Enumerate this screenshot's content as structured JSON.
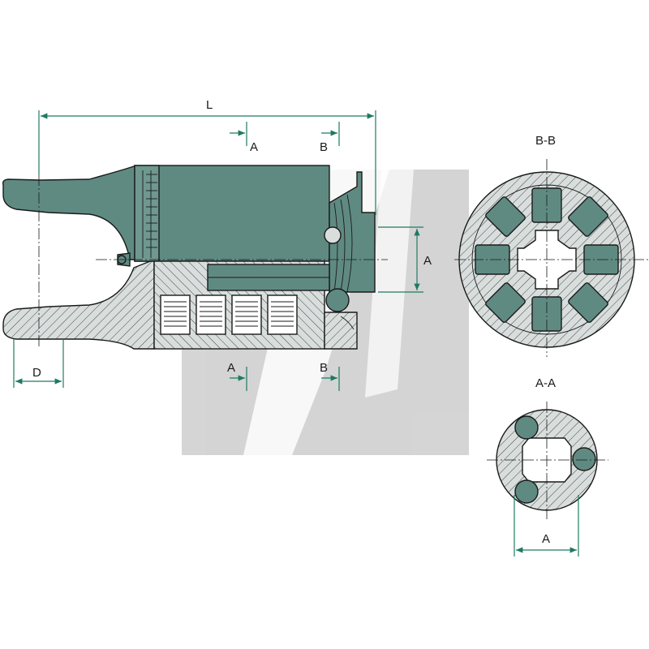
{
  "labels": {
    "length": "L",
    "diameter": "D",
    "section_a_top": "A",
    "section_b_top": "B",
    "section_a_bottom": "A",
    "section_b_bottom": "B",
    "width_a_side": "A",
    "section_bb_title": "B-B",
    "section_aa_title": "A-A",
    "width_a_bottom": "A"
  },
  "colors": {
    "part_fill": "#5f8a82",
    "part_fill_light": "#d9dedd",
    "watermark": "#d0d0d0",
    "dimension_line": "#1f7a62",
    "outline": "#1a1a1a"
  }
}
